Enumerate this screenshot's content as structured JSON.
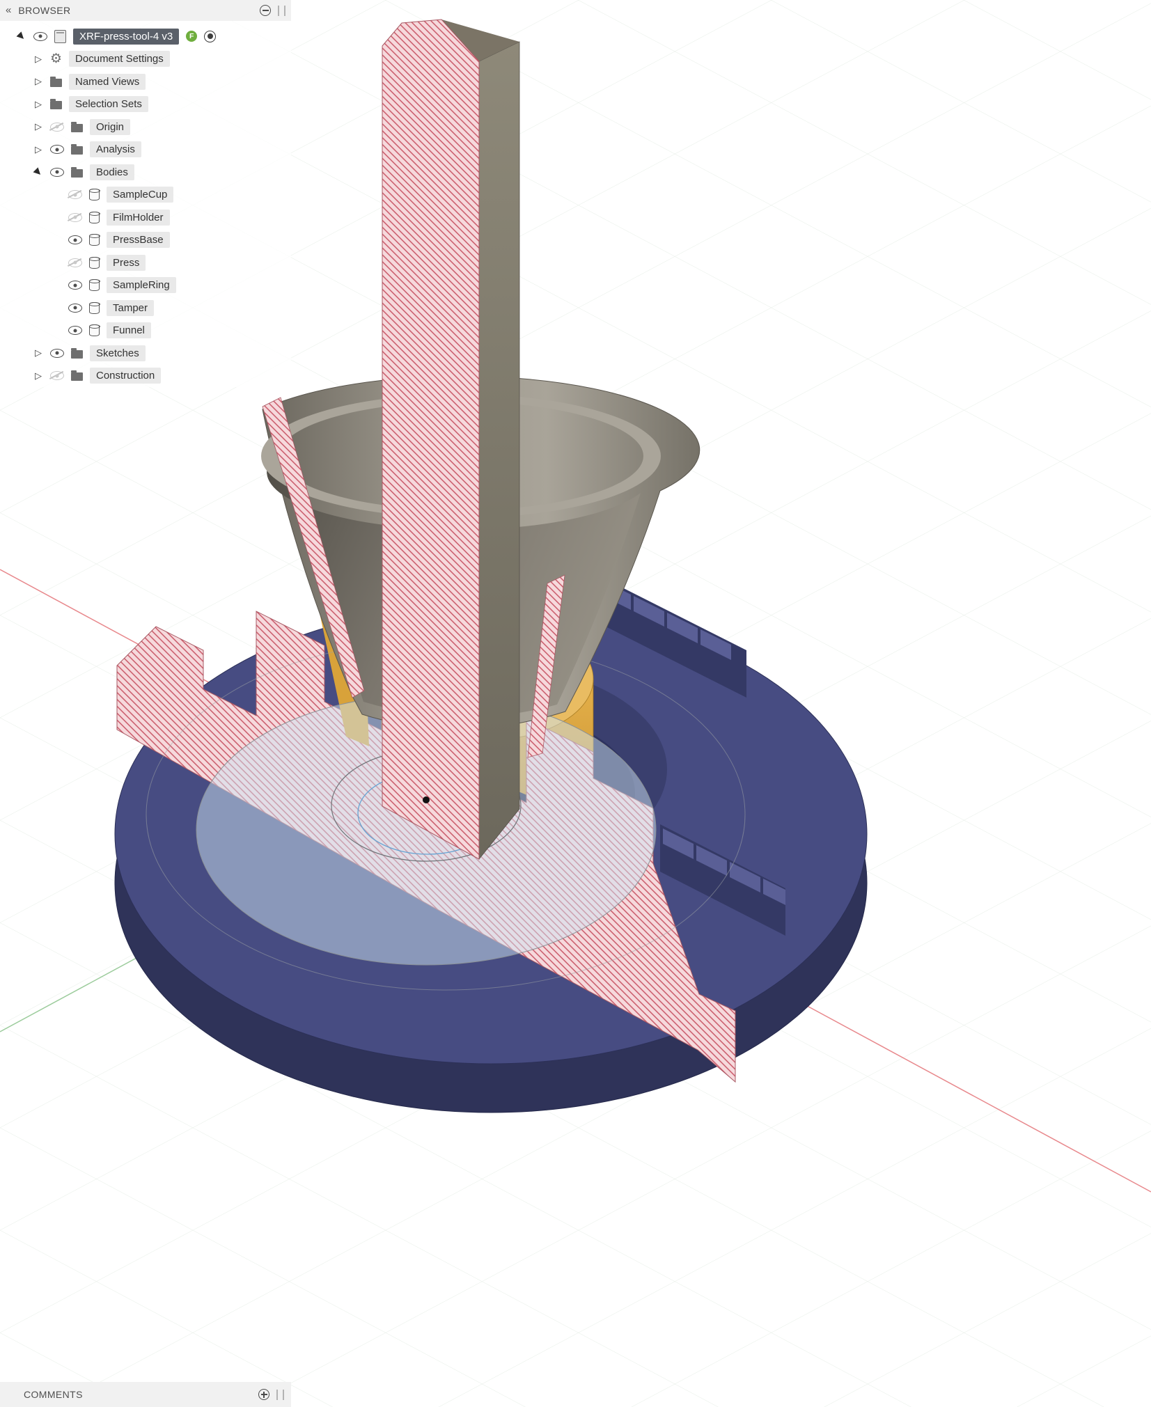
{
  "browser_panel": {
    "title": "BROWSER",
    "root": {
      "label": "XRF-press-tool-4 v3",
      "badge": "F",
      "visibility": "visible",
      "expanded": true
    },
    "items": [
      {
        "label": "Document Settings",
        "icon": "gear",
        "expandable": true
      },
      {
        "label": "Named Views",
        "icon": "folder",
        "expandable": true
      },
      {
        "label": "Selection Sets",
        "icon": "folder",
        "expandable": true
      },
      {
        "label": "Origin",
        "icon": "folder",
        "visibility": "hidden",
        "expandable": true
      },
      {
        "label": "Analysis",
        "icon": "folder",
        "visibility": "visible",
        "expandable": true
      },
      {
        "label": "Bodies",
        "icon": "folder",
        "visibility": "visible",
        "expanded": true
      },
      {
        "label": "SampleCup",
        "icon": "body",
        "visibility": "hidden"
      },
      {
        "label": "FilmHolder",
        "icon": "body",
        "visibility": "hidden"
      },
      {
        "label": "PressBase",
        "icon": "body",
        "visibility": "visible"
      },
      {
        "label": "Press",
        "icon": "body",
        "visibility": "hidden"
      },
      {
        "label": "SampleRing",
        "icon": "body",
        "visibility": "visible"
      },
      {
        "label": "Tamper",
        "icon": "body",
        "visibility": "visible"
      },
      {
        "label": "Funnel",
        "icon": "body",
        "visibility": "visible"
      },
      {
        "label": "Sketches",
        "icon": "folder",
        "visibility": "visible",
        "expandable": true
      },
      {
        "label": "Construction",
        "icon": "folder",
        "visibility": "hidden",
        "expandable": true
      }
    ]
  },
  "comments_panel": {
    "title": "COMMENTS"
  },
  "viewport": {
    "view": "isometric section view of assembly",
    "section_hatch_color": "#c64f60",
    "colors": {
      "press_base": "#474c82",
      "sample_ring": "#d9a23c",
      "funnel": "#8f8a80",
      "tamper_side": "#7e7a6c",
      "sketch_plane_fill": "#cde4f2",
      "axis_red": "#e8888c",
      "axis_green": "#9ccc9c"
    }
  }
}
